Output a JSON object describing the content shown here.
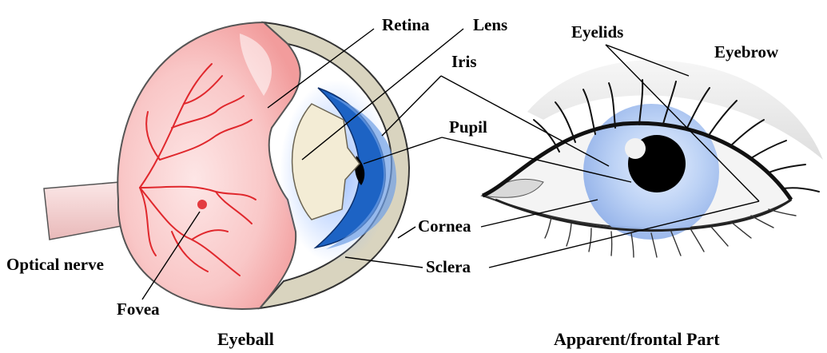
{
  "labels": {
    "retina": "Retina",
    "lens": "Lens",
    "iris": "Iris",
    "pupil": "Pupil",
    "cornea": "Cornea",
    "sclera": "Sclera",
    "optical_nerve": "Optical nerve",
    "fovea": "Fovea",
    "eyelids": "Eyelids",
    "eyebrow": "Eyebrow"
  },
  "captions": {
    "left": "Eyeball",
    "right": "Apparent/frontal  Part"
  },
  "colors": {
    "retina": "#f7b8b8",
    "vessels": "#e0282d",
    "iris": "#1d63c4",
    "sclera": "#d9d4bf",
    "lens": "#f3ecd5",
    "nerve": "#f2d2d2",
    "eye_iris": "#a9c4ee"
  }
}
